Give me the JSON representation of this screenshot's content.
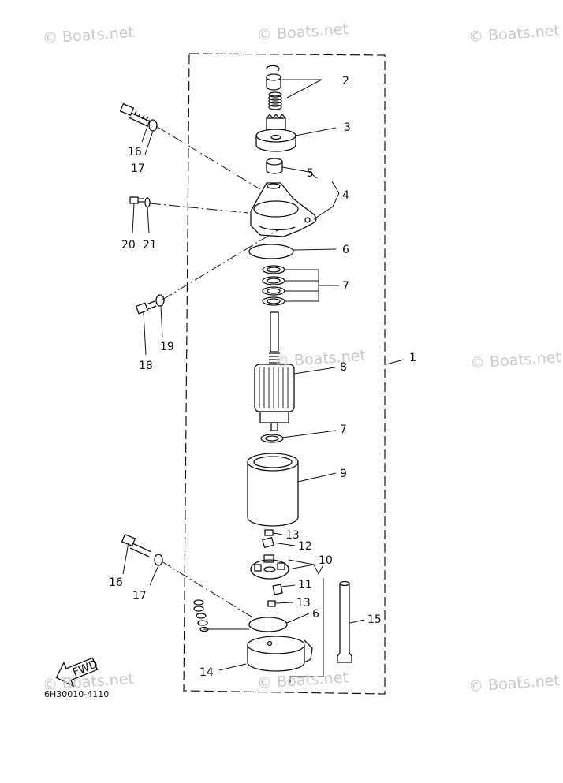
{
  "watermarks": {
    "w1": "© Boats.net",
    "w2": "© Boats.net",
    "w3": "© Boats.net",
    "w4": "© Boats.net",
    "w5": "© Boats.net",
    "w6": "© Boats.net",
    "w7": "© Boats.net",
    "w8": "© Boats.net"
  },
  "labels": {
    "p1": "1",
    "p2": "2",
    "p3": "3",
    "p4": "4",
    "p5": "5",
    "p6a": "6",
    "p6b": "6",
    "p7a": "7",
    "p7b": "7",
    "p8": "8",
    "p9": "9",
    "p10": "10",
    "p11": "11",
    "p12": "12",
    "p13a": "13",
    "p13b": "13",
    "p14": "14",
    "p15": "15",
    "p16a": "16",
    "p16b": "16",
    "p17a": "17",
    "p17b": "17",
    "p18": "18",
    "p19": "19",
    "p20": "20",
    "p21": "21"
  },
  "fwd_label": "FWD",
  "diagram_code": "6H30010-4110"
}
